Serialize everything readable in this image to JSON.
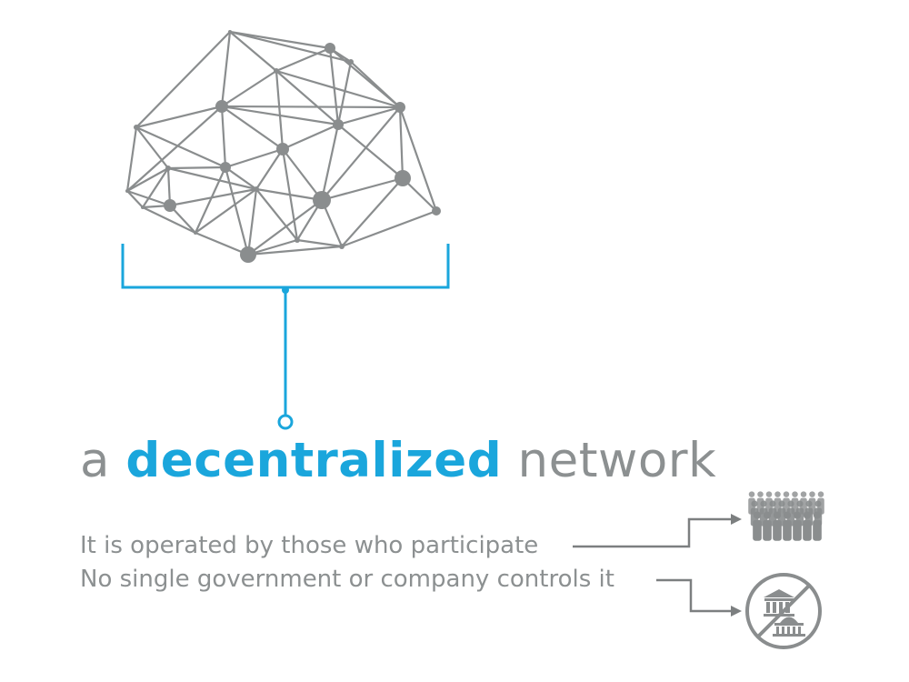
{
  "colors": {
    "accent": "#1aa6dc",
    "network": "#8a8d8e",
    "text": "#8c9091",
    "connector": "#7c7f80"
  },
  "headline": {
    "prefix": "a",
    "emphasis": "decentralized",
    "suffix": "network"
  },
  "statements": [
    {
      "text": "It is operated by those who participate",
      "icon": "crowd-icon"
    },
    {
      "text": "No single government or company controls it",
      "icon": "no-government-icon"
    }
  ]
}
